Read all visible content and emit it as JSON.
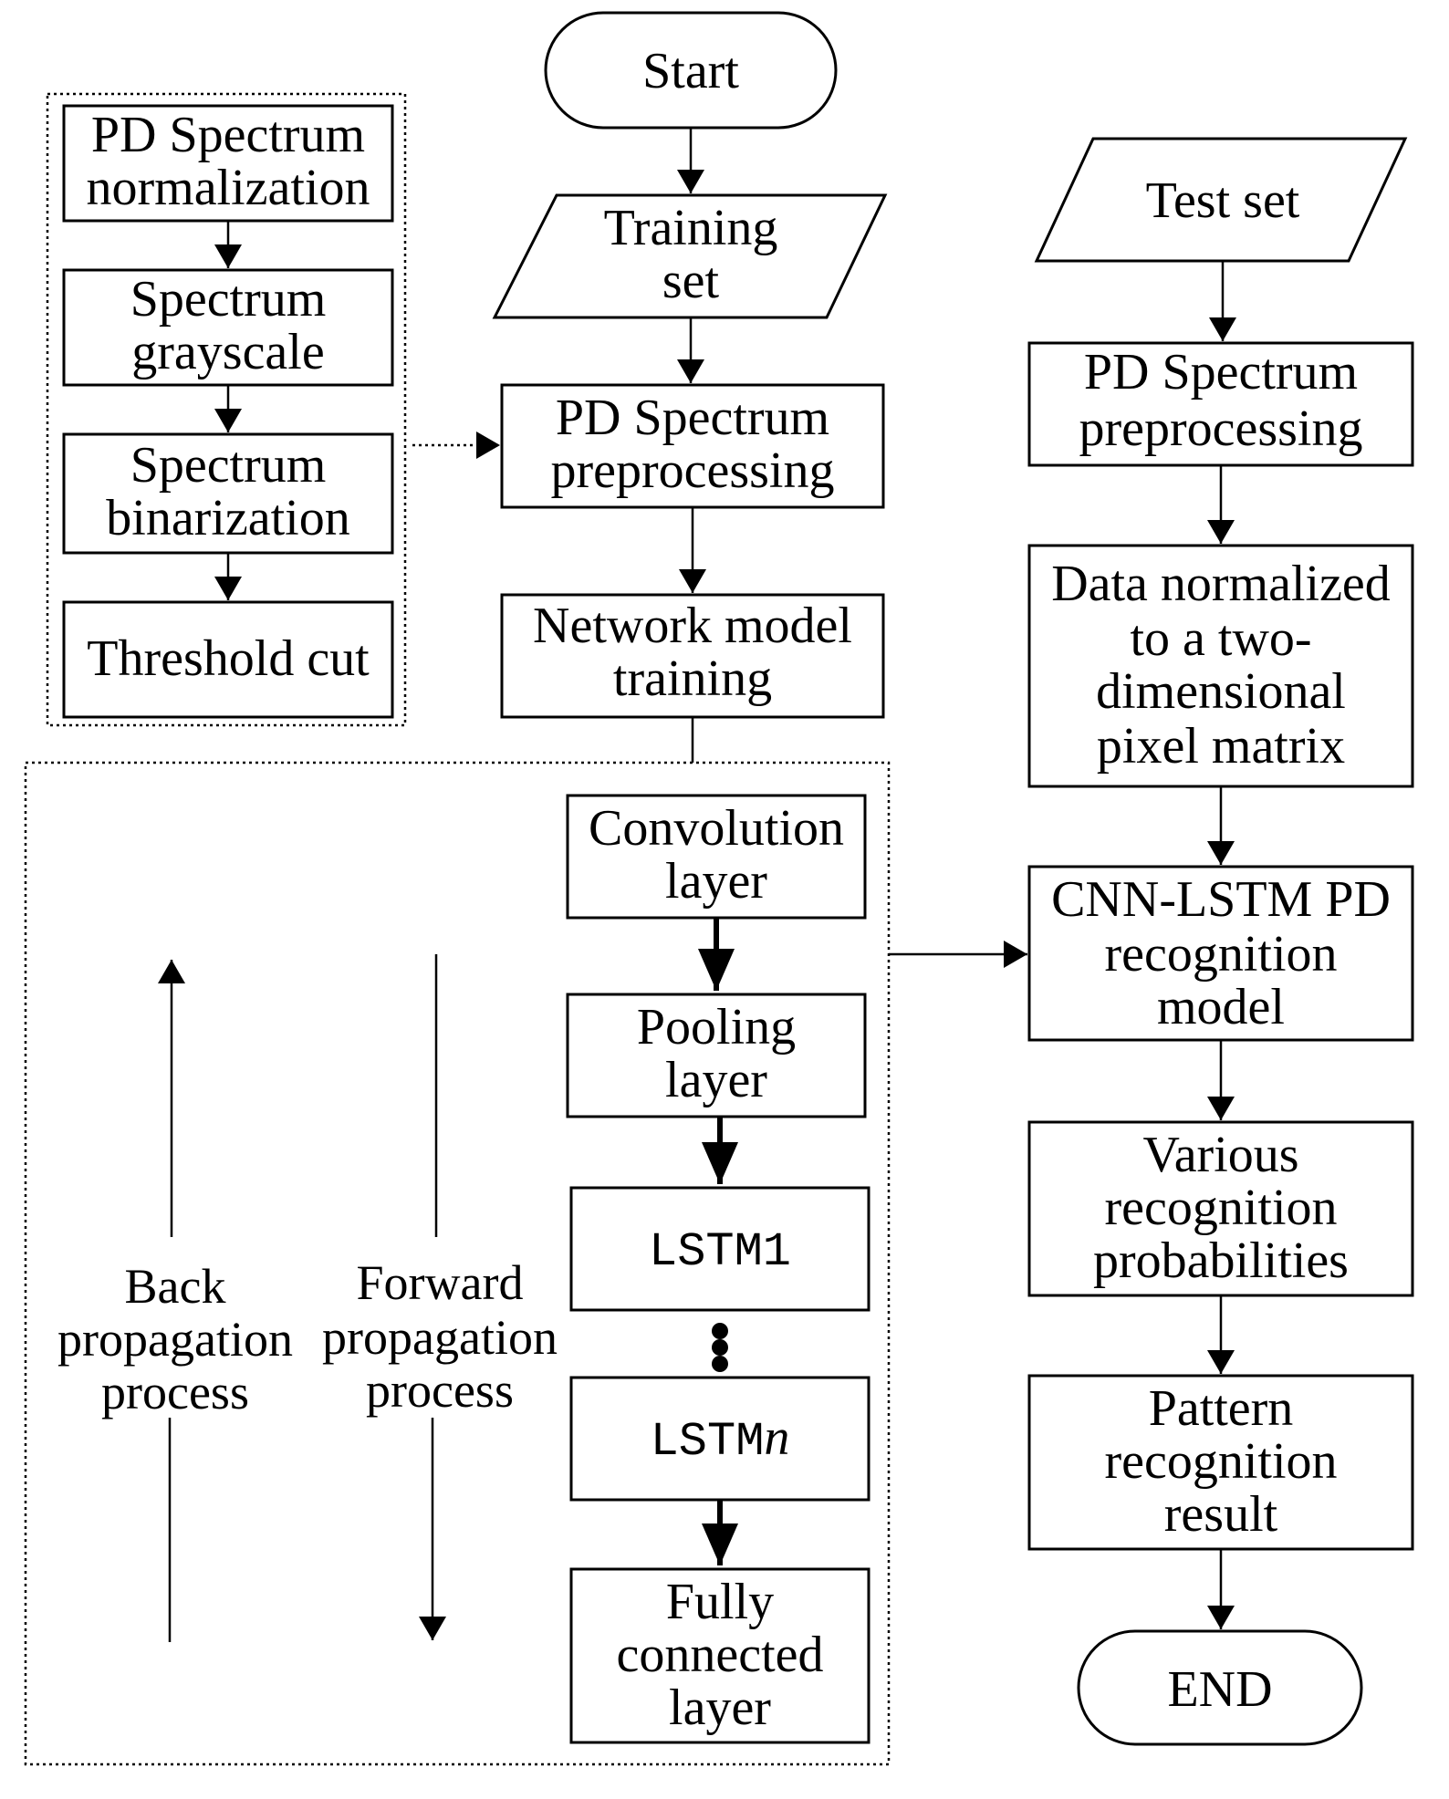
{
  "start": {
    "label": "Start"
  },
  "end": {
    "label": "END"
  },
  "training_set": {
    "line1": "Training",
    "line2": "set"
  },
  "test_set": {
    "label": "Test set"
  },
  "preprocessing_steps": {
    "normalization": {
      "line1": "PD Spectrum",
      "line2": "normalization"
    },
    "grayscale": {
      "line1": "Spectrum",
      "line2": "grayscale"
    },
    "binarization": {
      "line1": "Spectrum",
      "line2": "binarization"
    },
    "threshold": {
      "label": "Threshold cut"
    }
  },
  "train_preprocessing": {
    "line1": "PD Spectrum",
    "line2": "preprocessing"
  },
  "test_preprocessing": {
    "line1": "PD Spectrum",
    "line2": "preprocessing"
  },
  "network_training": {
    "line1": "Network model",
    "line2": "training"
  },
  "layers": {
    "convolution": {
      "line1": "Convolution",
      "line2": "layer"
    },
    "pooling": {
      "line1": "Pooling",
      "line2": "layer"
    },
    "lstm1": {
      "label": "LSTM1"
    },
    "lstmn": {
      "prefix": "LSTM",
      "suffix": "n"
    },
    "fully_connected": {
      "line1": "Fully",
      "line2": "connected",
      "line3": "layer"
    }
  },
  "back_propagation": {
    "line1": "Back",
    "line2": "propagation",
    "line3": "process"
  },
  "forward_propagation": {
    "line1": "Forward",
    "line2": "propagation",
    "line3": "process"
  },
  "data_normalized": {
    "line1": "Data normalized",
    "line2": "to a two-",
    "line3": "dimensional",
    "line4": "pixel matrix"
  },
  "recognition_model": {
    "line1": "CNN-LSTM PD",
    "line2": "recognition",
    "line3": "model"
  },
  "probabilities": {
    "line1": "Various",
    "line2": "recognition",
    "line3": "probabilities"
  },
  "pattern_result": {
    "line1": "Pattern",
    "line2": "recognition",
    "line3": "result"
  }
}
